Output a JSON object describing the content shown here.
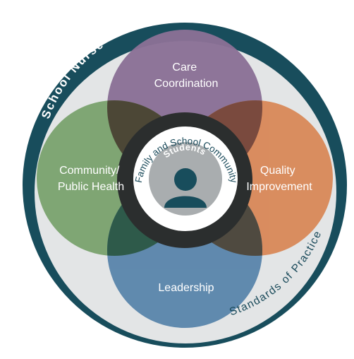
{
  "diagram": {
    "outer_label": "School Nurse",
    "ring_label": "Standards of Practice",
    "inner_ring_label": "Family and School Community",
    "center_label": "Students",
    "circles": [
      {
        "label": "Care Coordination",
        "lines": [
          "Care",
          "Coordination"
        ],
        "color": "#8a7096"
      },
      {
        "label": "Community/ Public Health",
        "lines": [
          "Community/",
          "Public Health"
        ],
        "color": "#7ba36f"
      },
      {
        "label": "Quality Improvement",
        "lines": [
          "Quality",
          "Improvement"
        ],
        "color": "#d9895a"
      },
      {
        "label": "Leadership",
        "lines": [
          "Leadership"
        ],
        "color": "#5b86ac"
      }
    ],
    "colors": {
      "dark_teal": "#184d5c",
      "ring_gray": "#e3e5e6",
      "center_gray": "#a9adaf",
      "overlap_dark": "#2b2e2e"
    }
  }
}
